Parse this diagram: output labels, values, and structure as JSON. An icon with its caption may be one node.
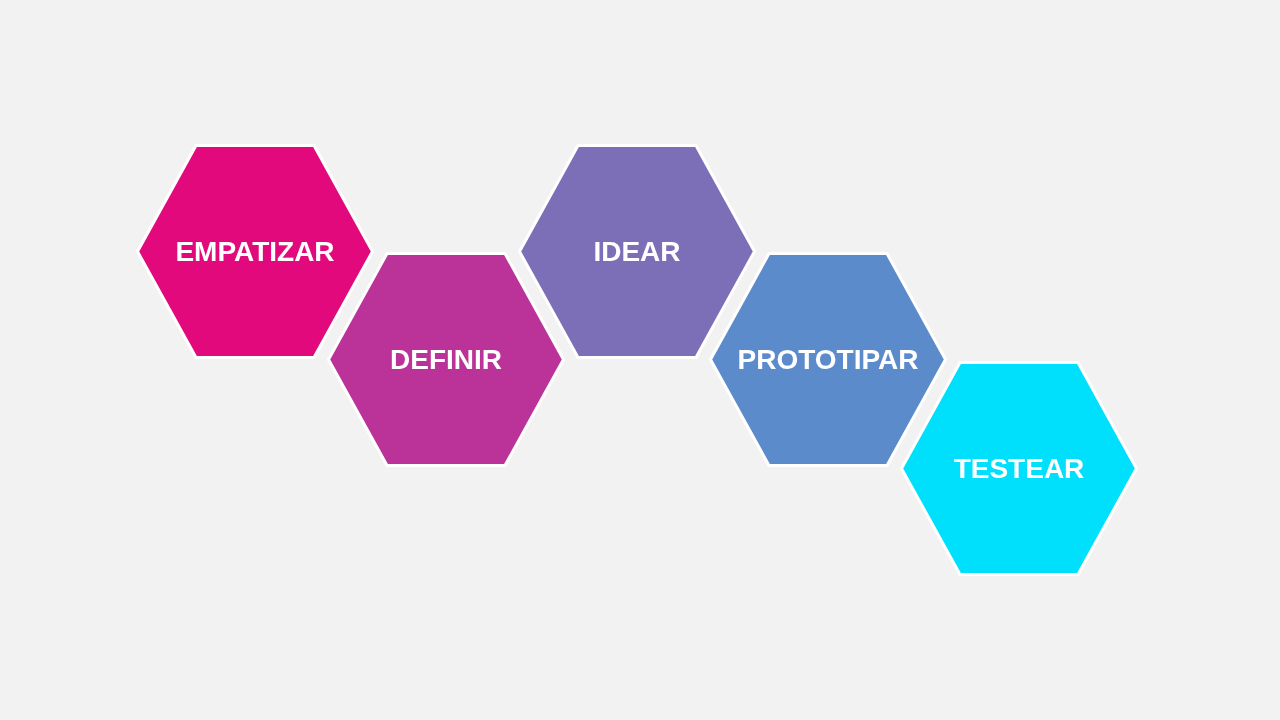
{
  "diagram": {
    "nodes": [
      {
        "text": [
          "EMPATIZAR"
        ]
      },
      {
        "text": [
          "DEFINIR"
        ]
      },
      {
        "text": [
          "IDEAR"
        ]
      },
      {
        "text": [
          "PROTOTIPAR"
        ]
      },
      {
        "text": [
          "TESTEAR"
        ]
      }
    ]
  }
}
